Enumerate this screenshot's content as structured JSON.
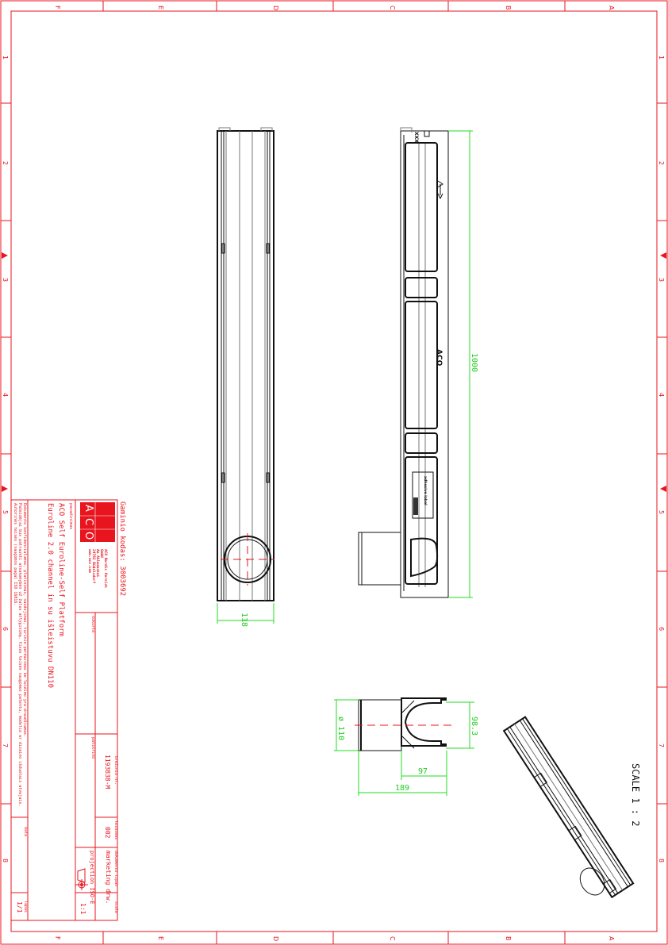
{
  "sheet": {
    "zone_letters": [
      "F",
      "E",
      "D",
      "C",
      "B",
      "A"
    ],
    "zone_numbers": [
      "1",
      "2",
      "3",
      "4",
      "5",
      "6",
      "7",
      "8"
    ]
  },
  "title_block": {
    "product_code": "Gaminio kodas: 3003692",
    "logo_letters": [
      "A",
      "C",
      "O"
    ],
    "company": [
      "ACO Nordic Versich",
      "GmbH",
      "Am Ahlmannkai",
      "24782 Büdelsdorf",
      "www.aco.com"
    ],
    "name_label": "pavadinimas",
    "name_line1": "ACO Self Euroline-Self Platform",
    "name_line2": "Euroline 2.0 channel in su išleistuvu DN110",
    "legal_line1": "Dokumento konfidencialumas, platinimas, naudojimas, turinio perdavimas be leidimo yra draudžiamas.",
    "legal_line2": "Pažeidėjai bus patraukti atsakomybėn už žalos atlyginimą. Visos teisės saugomos patentu, modelio ar dizaino išduotais atvejais.",
    "legal_line3": "Autorinės teisės (saugomos pagal ISO 16016.",
    "created_label": "sukurta",
    "checked_label": "patikrino",
    "drawing_no_label": "brėžinio nr.",
    "drawing_no": "1193838-M",
    "revision_label": "leidimas",
    "revision": "002",
    "date_label": "data",
    "doc_type_label": "dokumento tipas",
    "doc_type": "marketing drw.",
    "projection": "projection ISO-E",
    "scale_label": "scale",
    "scale": "1:1",
    "sheet_label": "lapas",
    "sheet": "1/1"
  },
  "drawing": {
    "width_dim": "118",
    "length_dim": "1000",
    "pipe_dia_dim": "ø 110",
    "height_dim": "98.3",
    "section_dim": "97",
    "overall_dim": "189",
    "brand_mark": "ACO",
    "marker_text": "XXX",
    "label_text": "adhesive label",
    "iso_scale": "SCALE 1 : 2"
  },
  "colors": {
    "frame": "#e8141e",
    "dimension": "#22dd22",
    "geometry": "#111111"
  }
}
